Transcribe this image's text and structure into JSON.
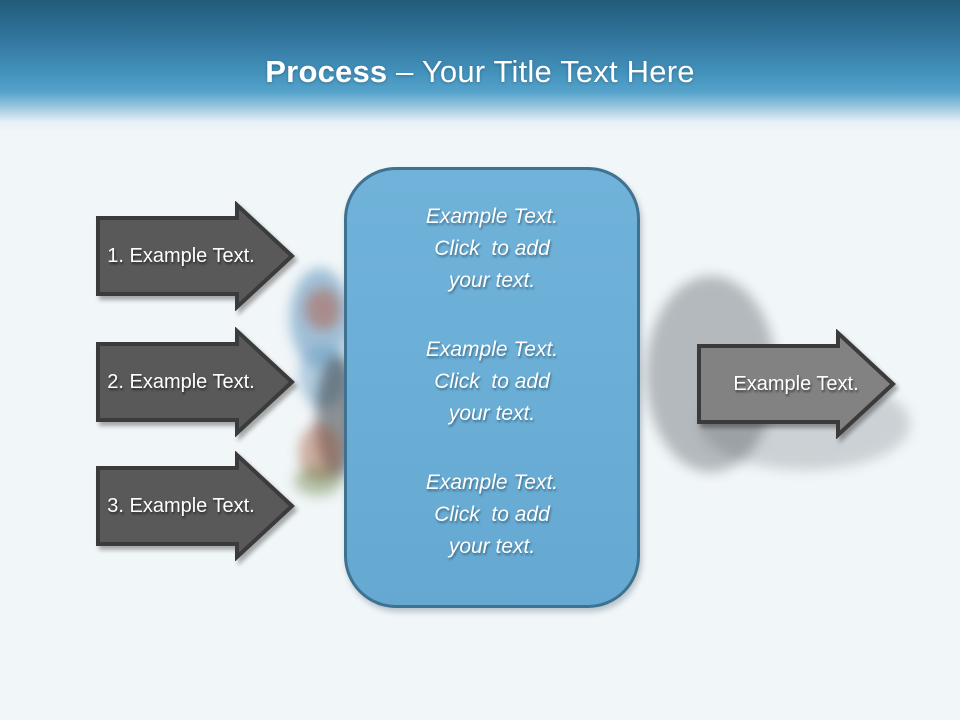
{
  "slide": {
    "title": {
      "bold": "Process",
      "separator": " – ",
      "rest": "Your Title Text Here"
    }
  },
  "left_arrows": [
    {
      "label": "1. Example Text."
    },
    {
      "label": "2. Example Text."
    },
    {
      "label": "3. Example Text."
    }
  ],
  "right_arrow": {
    "label": "Example Text."
  },
  "center_panel": {
    "paragraphs": [
      "Example Text.\nClick  to add\nyour text.",
      "Example Text.\nClick  to add\nyour text.",
      "Example Text.\nClick  to add\nyour text."
    ]
  },
  "colors": {
    "header_top": "#215b7a",
    "header_mid": "#4190ba",
    "content_bg": "#f1f6f8",
    "arrow_dark_fill": "#595959",
    "arrow_light_fill": "#828282",
    "arrow_border": "#3b3b3b",
    "panel_fill": "#6aaed6",
    "panel_border": "#3f7290",
    "title_text": "#ffffff"
  }
}
